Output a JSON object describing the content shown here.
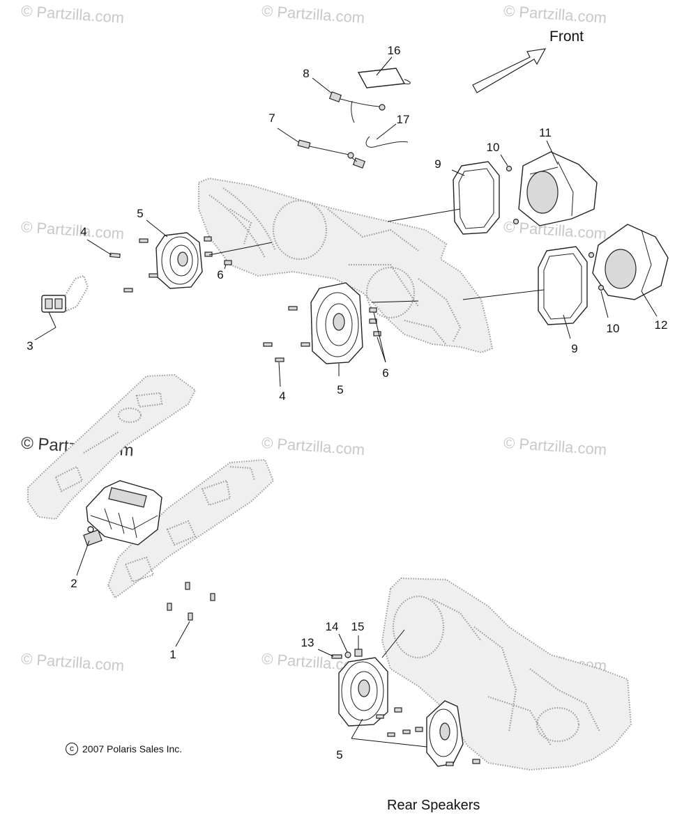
{
  "watermark": {
    "text": "© Partzilla.com",
    "prominent_text": "© Partzilla.com"
  },
  "direction": {
    "label": "Front"
  },
  "callouts": {
    "c1": "1",
    "c2": "2",
    "c3": "3",
    "c4a": "4",
    "c4b": "4",
    "c5a": "5",
    "c5b": "5",
    "c5c": "5",
    "c6a": "6",
    "c6b": "6",
    "c7": "7",
    "c8": "8",
    "c9a": "9",
    "c9b": "9",
    "c10a": "10",
    "c10b": "10",
    "c11": "11",
    "c12": "12",
    "c13": "13",
    "c14": "14",
    "c15": "15",
    "c16": "16",
    "c17": "17"
  },
  "copyright": "2007 Polaris Sales Inc.",
  "copyright_symbol": "c",
  "section_label": "Rear Speakers"
}
